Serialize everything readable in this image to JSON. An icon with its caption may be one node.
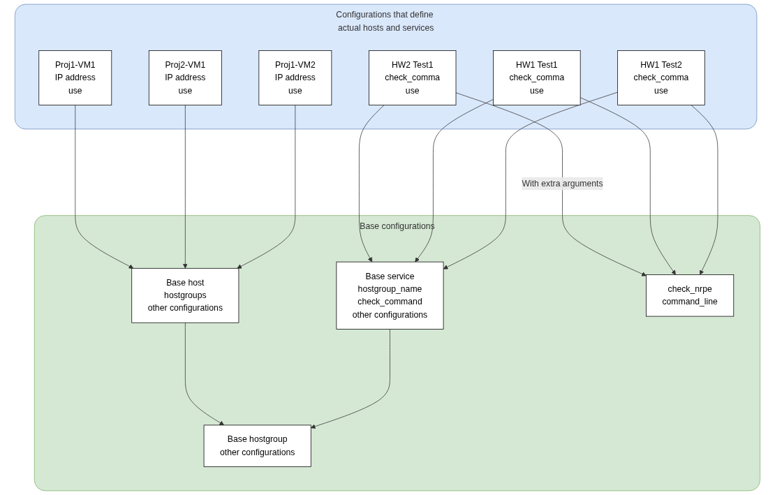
{
  "diagram": {
    "nodes": [
      {
        "text": [
          "Configurations that define actual hosts and services"
        ]
      },
      {
        "text": [
          "Proj1-VM1",
          "IP address",
          "use"
        ],
        "in": 0
      },
      {
        "text": [
          "Proj2-VM1",
          "IP address",
          "use"
        ],
        "in": 0
      },
      {
        "text": [
          "Proj1-VM2",
          "IP address",
          "use"
        ],
        "in": 0
      },
      {
        "text": [
          "HW2 Test1",
          "check_comma",
          "use"
        ],
        "in": 0
      },
      {
        "text": [
          "HW1 Test1",
          "check_comma",
          "use"
        ],
        "in": 0
      },
      {
        "text": [
          "HW1 Test2",
          "check_comma",
          "use"
        ],
        "in": 0
      },
      {
        "text": [
          "Base configurations"
        ]
      },
      {
        "text": [
          "Base host",
          "hostgroups",
          "other configurations"
        ],
        "in": 7
      },
      {
        "text": [
          "Base hostgroup",
          "other configurations"
        ],
        "in": 7
      },
      {
        "text": [
          "Base service",
          "hostgroup_name",
          "check_command",
          "other configurations"
        ],
        "in": 7
      },
      {
        "text": [
          "check_nrpe",
          "command_line"
        ],
        "in": 7
      }
    ],
    "edges": [
      {
        "from": 1,
        "to": 8,
        "arrow": "to"
      },
      {
        "from": 2,
        "to": 8,
        "arrow": "to"
      },
      {
        "from": 3,
        "to": 8,
        "arrow": "to"
      },
      {
        "from": 4,
        "to": 10,
        "arrow": "to"
      },
      {
        "from": 5,
        "to": 10,
        "arrow": "to"
      },
      {
        "from": 6,
        "to": 10,
        "arrow": "to"
      },
      {
        "from": 4,
        "to": 11,
        "arrow": "to",
        "label": "With extra arguments"
      },
      {
        "from": 5,
        "to": 11,
        "arrow": "to"
      },
      {
        "from": 6,
        "to": 11,
        "arrow": "to"
      },
      {
        "from": 8,
        "to": 9,
        "arrow": "to"
      },
      {
        "from": 10,
        "to": 9,
        "arrow": "to"
      }
    ]
  }
}
